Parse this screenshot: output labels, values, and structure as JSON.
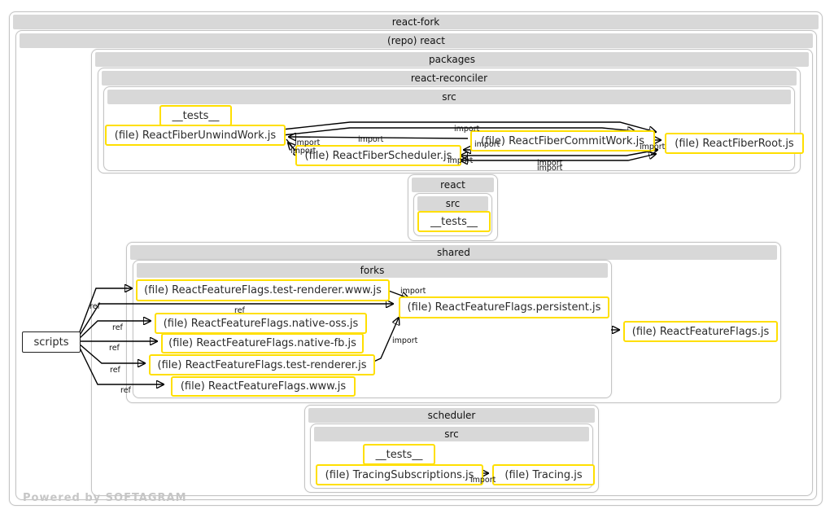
{
  "watermark": "Powered by SOFTAGRAM",
  "labels": {
    "import": "import",
    "ref": "ref"
  },
  "containers": {
    "react_fork": "react-fork",
    "repo_react": "(repo) react",
    "packages": "packages",
    "react_reconciler": "react-reconciler",
    "reconciler_src": "src",
    "react": "react",
    "react_src": "src",
    "shared": "shared",
    "forks": "forks",
    "scheduler": "scheduler",
    "scheduler_src": "src"
  },
  "nodes": {
    "reconciler_tests": "__tests__",
    "unwind": "(file) ReactFiberUnwindWork.js",
    "fiber_scheduler": "(file) ReactFiberScheduler.js",
    "commit": "(file) ReactFiberCommitWork.js",
    "fiber_root": "(file) ReactFiberRoot.js",
    "react_tests": "__tests__",
    "ff_test_renderer_www": "(file) ReactFeatureFlags.test-renderer.www.js",
    "ff_persistent": "(file) ReactFeatureFlags.persistent.js",
    "ff_native_oss": "(file) ReactFeatureFlags.native-oss.js",
    "ff_native_fb": "(file) ReactFeatureFlags.native-fb.js",
    "ff_test_renderer": "(file) ReactFeatureFlags.test-renderer.js",
    "ff_www": "(file) ReactFeatureFlags.www.js",
    "ff_main": "(file) ReactFeatureFlags.js",
    "scripts": "scripts",
    "sched_tests": "__tests__",
    "tracing_subscriptions": "(file) TracingSubscriptions.js",
    "tracing": "(file) Tracing.js"
  },
  "edges": [
    {
      "from": "ReactFiberUnwindWork.js",
      "to": "ReactFiberRoot.js",
      "label": "import"
    },
    {
      "from": "ReactFiberUnwindWork.js",
      "to": "ReactFiberCommitWork.js",
      "label": "import"
    },
    {
      "from": "ReactFiberCommitWork.js",
      "to": "ReactFiberRoot.js",
      "label": "import"
    },
    {
      "from": "ReactFiberUnwindWork.js",
      "to": "ReactFiberScheduler.js",
      "label": "import"
    },
    {
      "from": "ReactFiberScheduler.js",
      "to": "ReactFiberUnwindWork.js",
      "label": "import"
    },
    {
      "from": "ReactFiberCommitWork.js",
      "to": "ReactFiberUnwindWork.js",
      "label": "import"
    },
    {
      "from": "ReactFiberRoot.js",
      "to": "ReactFiberScheduler.js",
      "label": "import"
    },
    {
      "from": "ReactFiberScheduler.js",
      "to": "ReactFiberRoot.js",
      "label": "import"
    },
    {
      "from": "ReactFiberCommitWork.js",
      "to": "ReactFiberScheduler.js",
      "label": "import"
    },
    {
      "from": "scripts",
      "to": "ReactFeatureFlags.test-renderer.www.js",
      "label": "ref"
    },
    {
      "from": "scripts",
      "to": "ReactFeatureFlags.persistent.js",
      "label": "ref"
    },
    {
      "from": "scripts",
      "to": "ReactFeatureFlags.native-oss.js",
      "label": "ref"
    },
    {
      "from": "scripts",
      "to": "ReactFeatureFlags.native-fb.js",
      "label": "ref"
    },
    {
      "from": "scripts",
      "to": "ReactFeatureFlags.test-renderer.js",
      "label": "ref"
    },
    {
      "from": "scripts",
      "to": "ReactFeatureFlags.www.js",
      "label": "ref"
    },
    {
      "from": "ReactFeatureFlags.test-renderer.www.js",
      "to": "ReactFeatureFlags.persistent.js",
      "label": "import"
    },
    {
      "from": "ReactFeatureFlags.test-renderer.js",
      "to": "ReactFeatureFlags.persistent.js",
      "label": "import"
    },
    {
      "from": "forks",
      "to": "ReactFeatureFlags.js",
      "label": ""
    },
    {
      "from": "TracingSubscriptions.js",
      "to": "Tracing.js",
      "label": "import"
    }
  ],
  "colors": {
    "node_border": "#ffdf00",
    "container_header": "#d8d8d8",
    "container_border": "#c4c4c4",
    "arrow": "#000000",
    "watermark": "#c6c6c6"
  }
}
